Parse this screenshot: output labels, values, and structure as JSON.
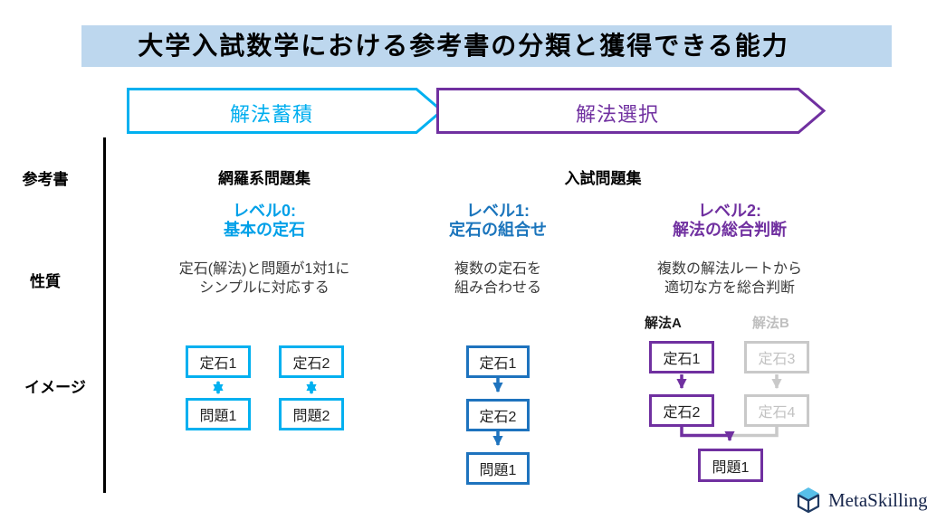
{
  "title": "大学入試数学における参考書の分類と獲得できる能力",
  "stages": [
    {
      "label": "解法蓄積",
      "color": "#00AEEF"
    },
    {
      "label": "解法選択",
      "color": "#7030A0"
    }
  ],
  "row_labels": {
    "books": "参考書",
    "property": "性質",
    "image": "イメージ"
  },
  "columns": [
    {
      "header": "網羅系問題集",
      "level_title": "レベル0:",
      "level_subtitle": "基本の定石",
      "desc_line1": "定石(解法)と問題が1対1に",
      "desc_line2": "シンプルに対応する",
      "boxes": {
        "b1": "定石1",
        "b2": "問題1",
        "b3": "定石2",
        "b4": "問題2"
      },
      "accent": "#00B0F0"
    },
    {
      "header": "入試問題集",
      "level_title": "レベル1:",
      "level_subtitle": "定石の組合せ",
      "desc_line1": "複数の定石を",
      "desc_line2": "組み合わせる",
      "boxes": {
        "b1": "定石1",
        "b2": "定石2",
        "b3": "問題1"
      },
      "accent": "#1E73BE"
    },
    {
      "level_title": "レベル2:",
      "level_subtitle": "解法の総合判断",
      "desc_line1": "複数の解法ルートから",
      "desc_line2": "適切な方を総合判断",
      "route_a_label": "解法A",
      "route_b_label": "解法B",
      "route_a_boxes": {
        "b1": "定石1",
        "b2": "定石2"
      },
      "route_b_boxes": {
        "b1": "定石3",
        "b2": "定石4"
      },
      "shared_box": "問題1",
      "accent": "#7030A0",
      "inactive": "#C9C9C9"
    }
  ],
  "logo": {
    "text": "MetaSkilling",
    "icon": "cube-icon"
  },
  "colors": {
    "title_banner_bg": "#BDD7EE",
    "cyan": "#00B0F0",
    "blue": "#1E73BE",
    "purple": "#7030A0",
    "gray": "#C9C9C9",
    "body_text": "#3A3A3A"
  }
}
